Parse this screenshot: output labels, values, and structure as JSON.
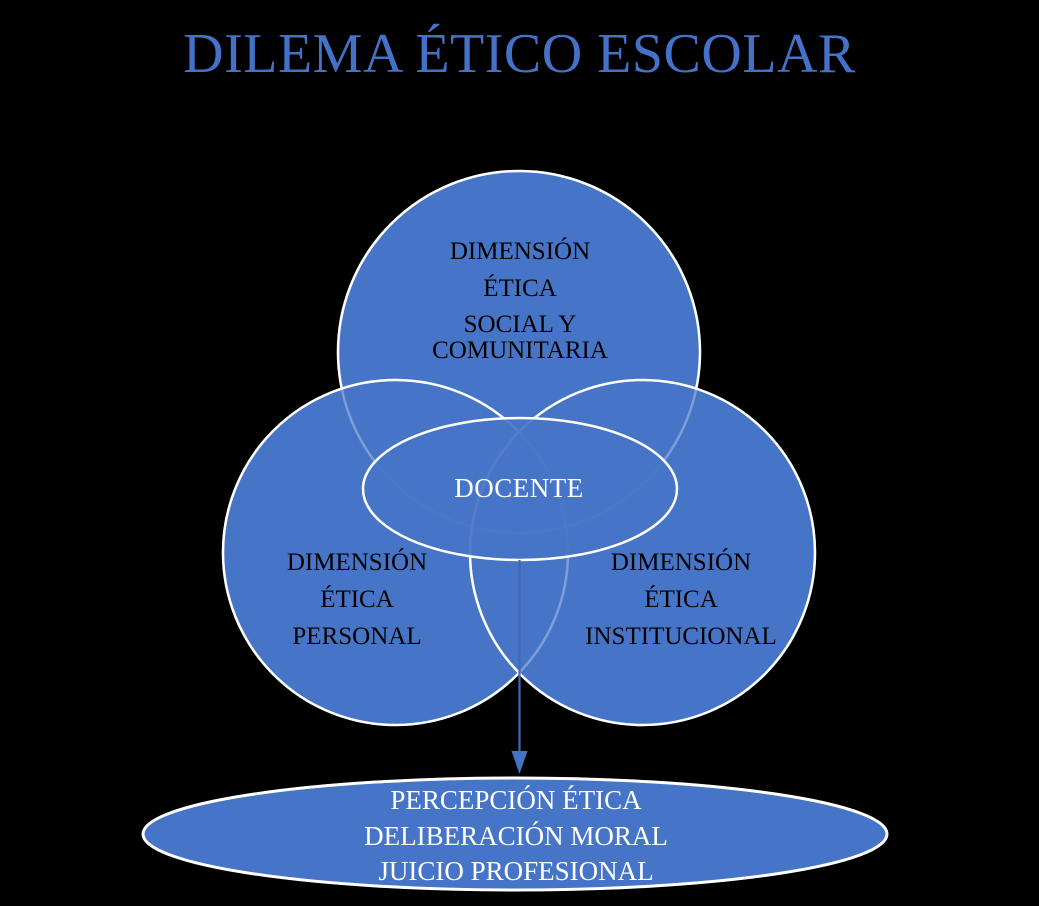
{
  "title": "DILEMA ÉTICO ESCOLAR",
  "venn": {
    "social": {
      "lines": [
        "DIMENSIÓN",
        "ÉTICA",
        "SOCIAL Y COMUNITARIA"
      ]
    },
    "personal": {
      "lines": [
        "DIMENSIÓN",
        "ÉTICA",
        "PERSONAL"
      ]
    },
    "institucional": {
      "lines": [
        "DIMENSIÓN",
        "ÉTICA",
        "INSTITUCIONAL"
      ]
    },
    "center": "DOCENTE"
  },
  "outcome": {
    "lines": [
      "PERCEPCIÓN ÉTICA",
      "DELIBERACIÓN MORAL",
      "JUICIO PROFESIONAL"
    ]
  },
  "colors": {
    "background": "#000000",
    "shape_fill": "#4674C6",
    "shape_border": "#FFFFFF",
    "title_text": "#4372C8",
    "label_text": "#000000",
    "light_text": "#FFFFFF",
    "arrow": "#4472C4",
    "arrow_line": "#3E69B6"
  }
}
